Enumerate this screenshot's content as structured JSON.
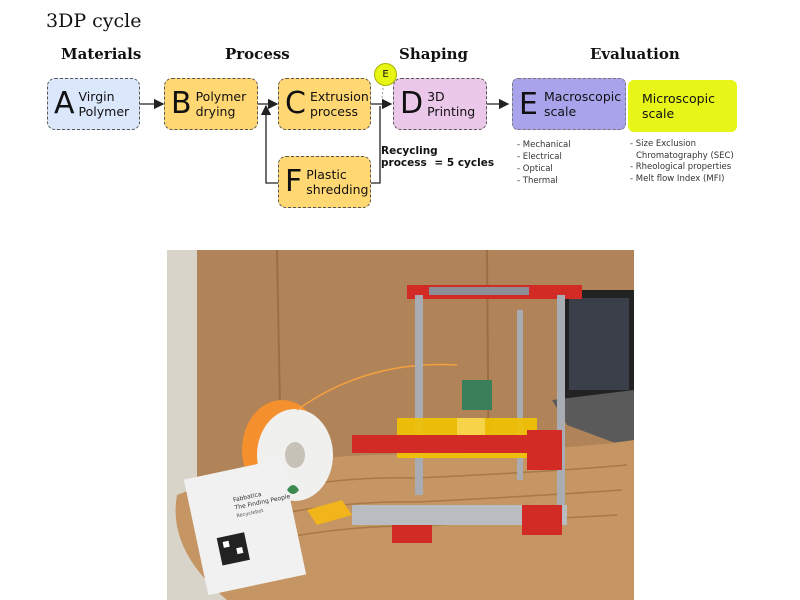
{
  "title": "3DP cycle",
  "stages": {
    "materials": "Materials",
    "process": "Process",
    "shaping": "Shaping",
    "evaluation": "Evaluation"
  },
  "boxes": {
    "a": {
      "letter": "A",
      "line1": "Virgin",
      "line2": "Polymer",
      "color": "#dbe7fb"
    },
    "b": {
      "letter": "B",
      "line1": "Polymer",
      "line2": "drying",
      "color": "#ffd873"
    },
    "c": {
      "letter": "C",
      "line1": "Extrusion",
      "line2": "process",
      "color": "#ffd873"
    },
    "d": {
      "letter": "D",
      "line1": "3D",
      "line2": "Printing",
      "color": "#ebc8ea"
    },
    "f": {
      "letter": "F",
      "line1": "Plastic",
      "line2": "shredding",
      "color": "#ffd873"
    }
  },
  "evaluation_box": {
    "letter": "E",
    "macro": {
      "line1": "Macroscopic",
      "line2": "scale",
      "color": "#a9a3ec"
    },
    "micro": {
      "line1": "Microscopic",
      "line2": "scale",
      "color": "#e8f519"
    },
    "macro_list": [
      "- Mechanical",
      "- Electrical",
      "- Optical",
      "- Thermal"
    ],
    "micro_list": [
      "- Size Exclusion",
      "Chromatography (SEC)",
      "- Rheological properties",
      "- Melt flow Index (MFI)"
    ]
  },
  "e_marker": "E",
  "recycling_note": {
    "line1": "Recycling",
    "line2": "process",
    "cycles": "= 5 cycles"
  },
  "photo": {
    "card_lines": [
      "Fabbatica",
      "The Finding People",
      "Recyclebot"
    ]
  }
}
